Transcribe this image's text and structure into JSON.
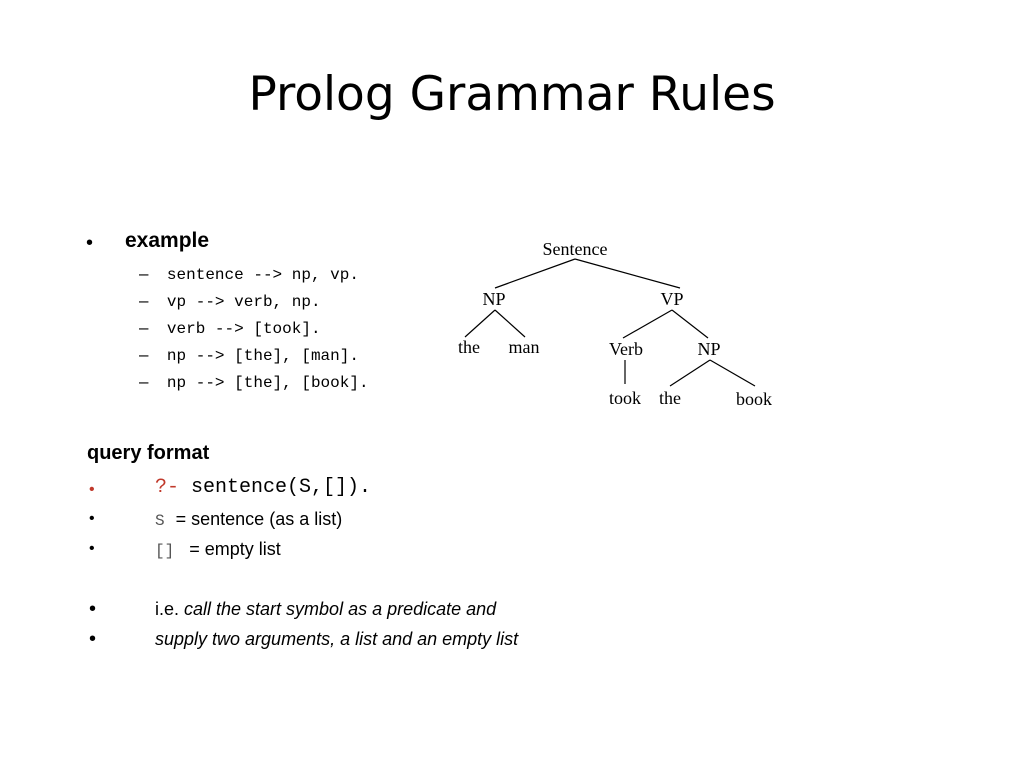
{
  "slide": {
    "title": "Prolog Grammar Rules"
  },
  "example_section": {
    "bullet_glyph": "•",
    "heading": "example",
    "dash_glyph": "–",
    "rules": [
      "sentence --> np, vp.",
      "vp --> verb, np.",
      "verb --> [took].",
      "np --> [the], [man].",
      "np --> [the], [book]."
    ]
  },
  "parse_tree": {
    "root": "Sentence",
    "np_left": "NP",
    "vp": "VP",
    "leaf_the_1": "the",
    "leaf_man": "man",
    "verb": "Verb",
    "np_right": "NP",
    "leaf_took": "took",
    "leaf_the_2": "the",
    "leaf_book": "book"
  },
  "query_section": {
    "heading": "query format",
    "bullet_glyph": "•",
    "prompt": "?-",
    "query": "sentence(S,[]).",
    "items": [
      {
        "code": "S",
        "text": "= sentence (as a list)"
      },
      {
        "code": "[]",
        "text": "= empty list"
      }
    ],
    "notes": [
      {
        "plain": "i.e. ",
        "italic": "call the start symbol as a predicate and"
      },
      {
        "plain": "",
        "italic": "supply two arguments, a list and an empty list"
      }
    ],
    "colors": {
      "prompt_red": "#c0392b"
    }
  }
}
